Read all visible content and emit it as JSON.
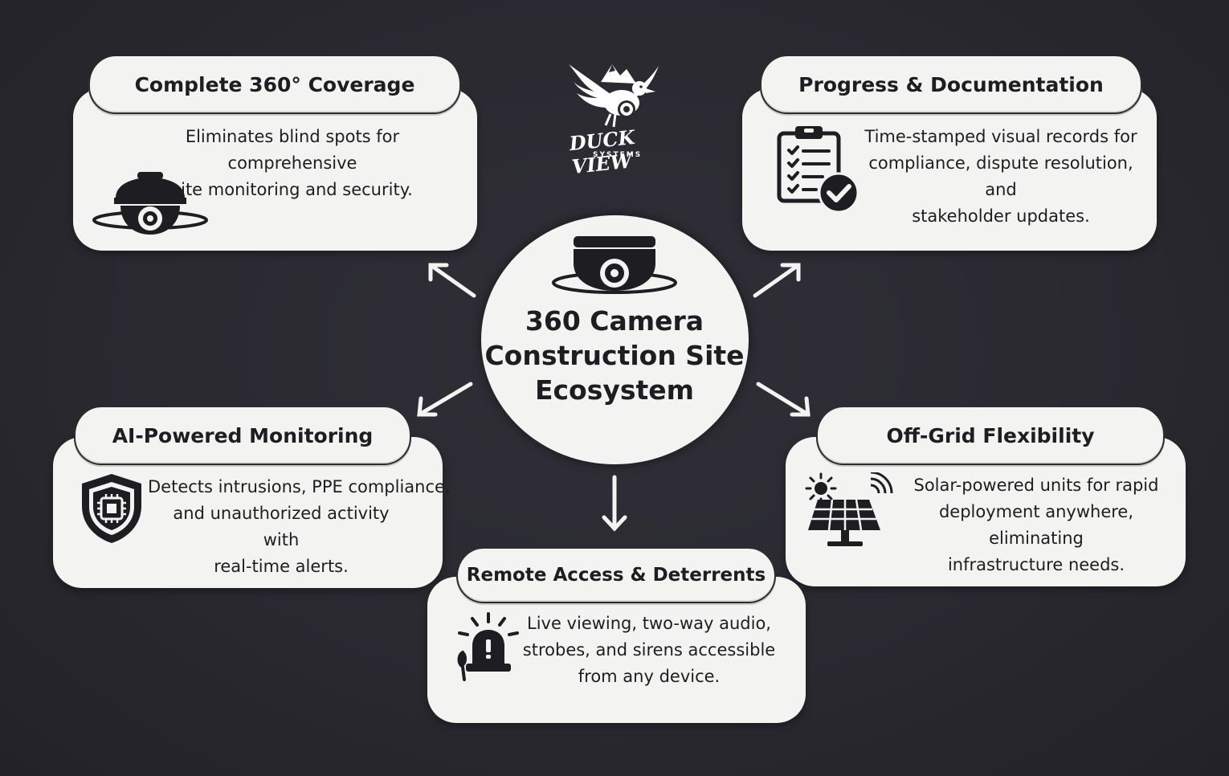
{
  "logo": {
    "name": "DUCK VIEW",
    "sub": "SYSTEMS",
    "icon": "duck-camera-logo"
  },
  "center": {
    "title_line1": "360 Camera",
    "title_line2": "Construction Site",
    "title_line3": "Ecosystem",
    "icon": "dome-camera-icon"
  },
  "cards": {
    "coverage": {
      "title": "Complete 360° Coverage",
      "line1": "Eliminates blind spots for comprehensive",
      "line2": "site monitoring and security.",
      "icon": "dome-camera-icon"
    },
    "progress": {
      "title": "Progress & Documentation",
      "line1": "Time-stamped visual records for",
      "line2": "compliance, dispute resolution, and",
      "line3": "stakeholder updates.",
      "icon": "clipboard-check-icon"
    },
    "ai": {
      "title": "AI-Powered Monitoring",
      "line1": "Detects intrusions, PPE compliance,",
      "line2": "and unauthorized activity with",
      "line3": "real-time alerts.",
      "icon": "shield-chip-icon"
    },
    "offgrid": {
      "title": "Off-Grid Flexibility",
      "line1": "Solar-powered units for rapid",
      "line2": "deployment anywhere, eliminating",
      "line3": "infrastructure needs.",
      "icon": "solar-panel-icon"
    },
    "remote": {
      "title": "Remote Access & Deterrents",
      "line1": "Live viewing, two-way audio,",
      "line2": "strobes, and sirens accessible",
      "line3": "from any device.",
      "icon": "siren-icon"
    }
  },
  "colors": {
    "background": "#2b2a31",
    "card": "#f3f3f1",
    "text": "#1d1d22",
    "arrow": "#f3f3f1"
  }
}
